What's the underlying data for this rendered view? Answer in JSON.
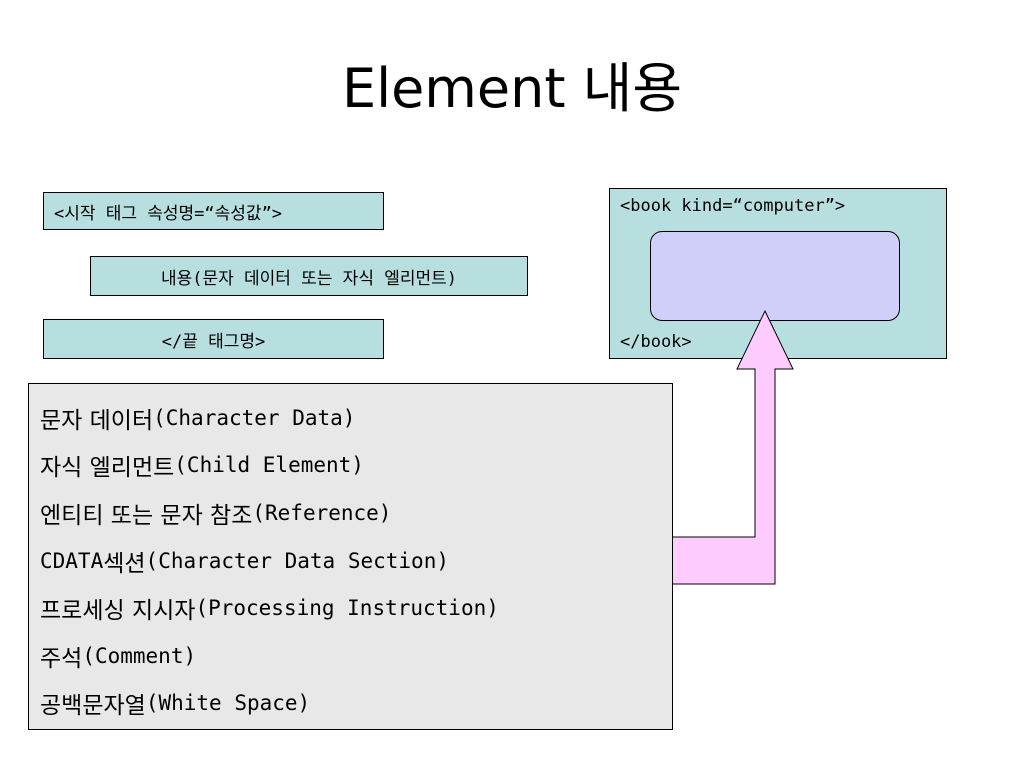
{
  "slide": {
    "title": "Element 내용",
    "syntax": {
      "start_tag": "<시작 태그 속성명=“속성값”>",
      "content": "내용(문자 데이터 또는 자식 엘리먼트)",
      "end_tag": "</끝 태그명>"
    },
    "example": {
      "open_tag": "<book kind=“computer”>",
      "close_tag": "</book>"
    },
    "content_types": [
      {
        "ko": "문자 데이터",
        "en": "(Character Data)"
      },
      {
        "ko": "자식 엘리먼트",
        "en": "(Child Element)"
      },
      {
        "ko": "엔티티 또는 문자 참조",
        "en": "(Reference)"
      },
      {
        "ko": "",
        "en": "CDATA",
        "ko2": "섹션",
        "en2": "(Character Data Section)"
      },
      {
        "ko": "프로세싱 지시자",
        "en": "(Processing Instruction)"
      },
      {
        "ko": "주석",
        "en": "(Comment)"
      },
      {
        "ko": "공백문자열",
        "en": "(White Space)"
      }
    ],
    "colors": {
      "tag_box": "#b8dfe0",
      "content_placeholder": "#cfcff9",
      "list_box": "#e8e8e8",
      "arrow": "#ffccff"
    }
  }
}
